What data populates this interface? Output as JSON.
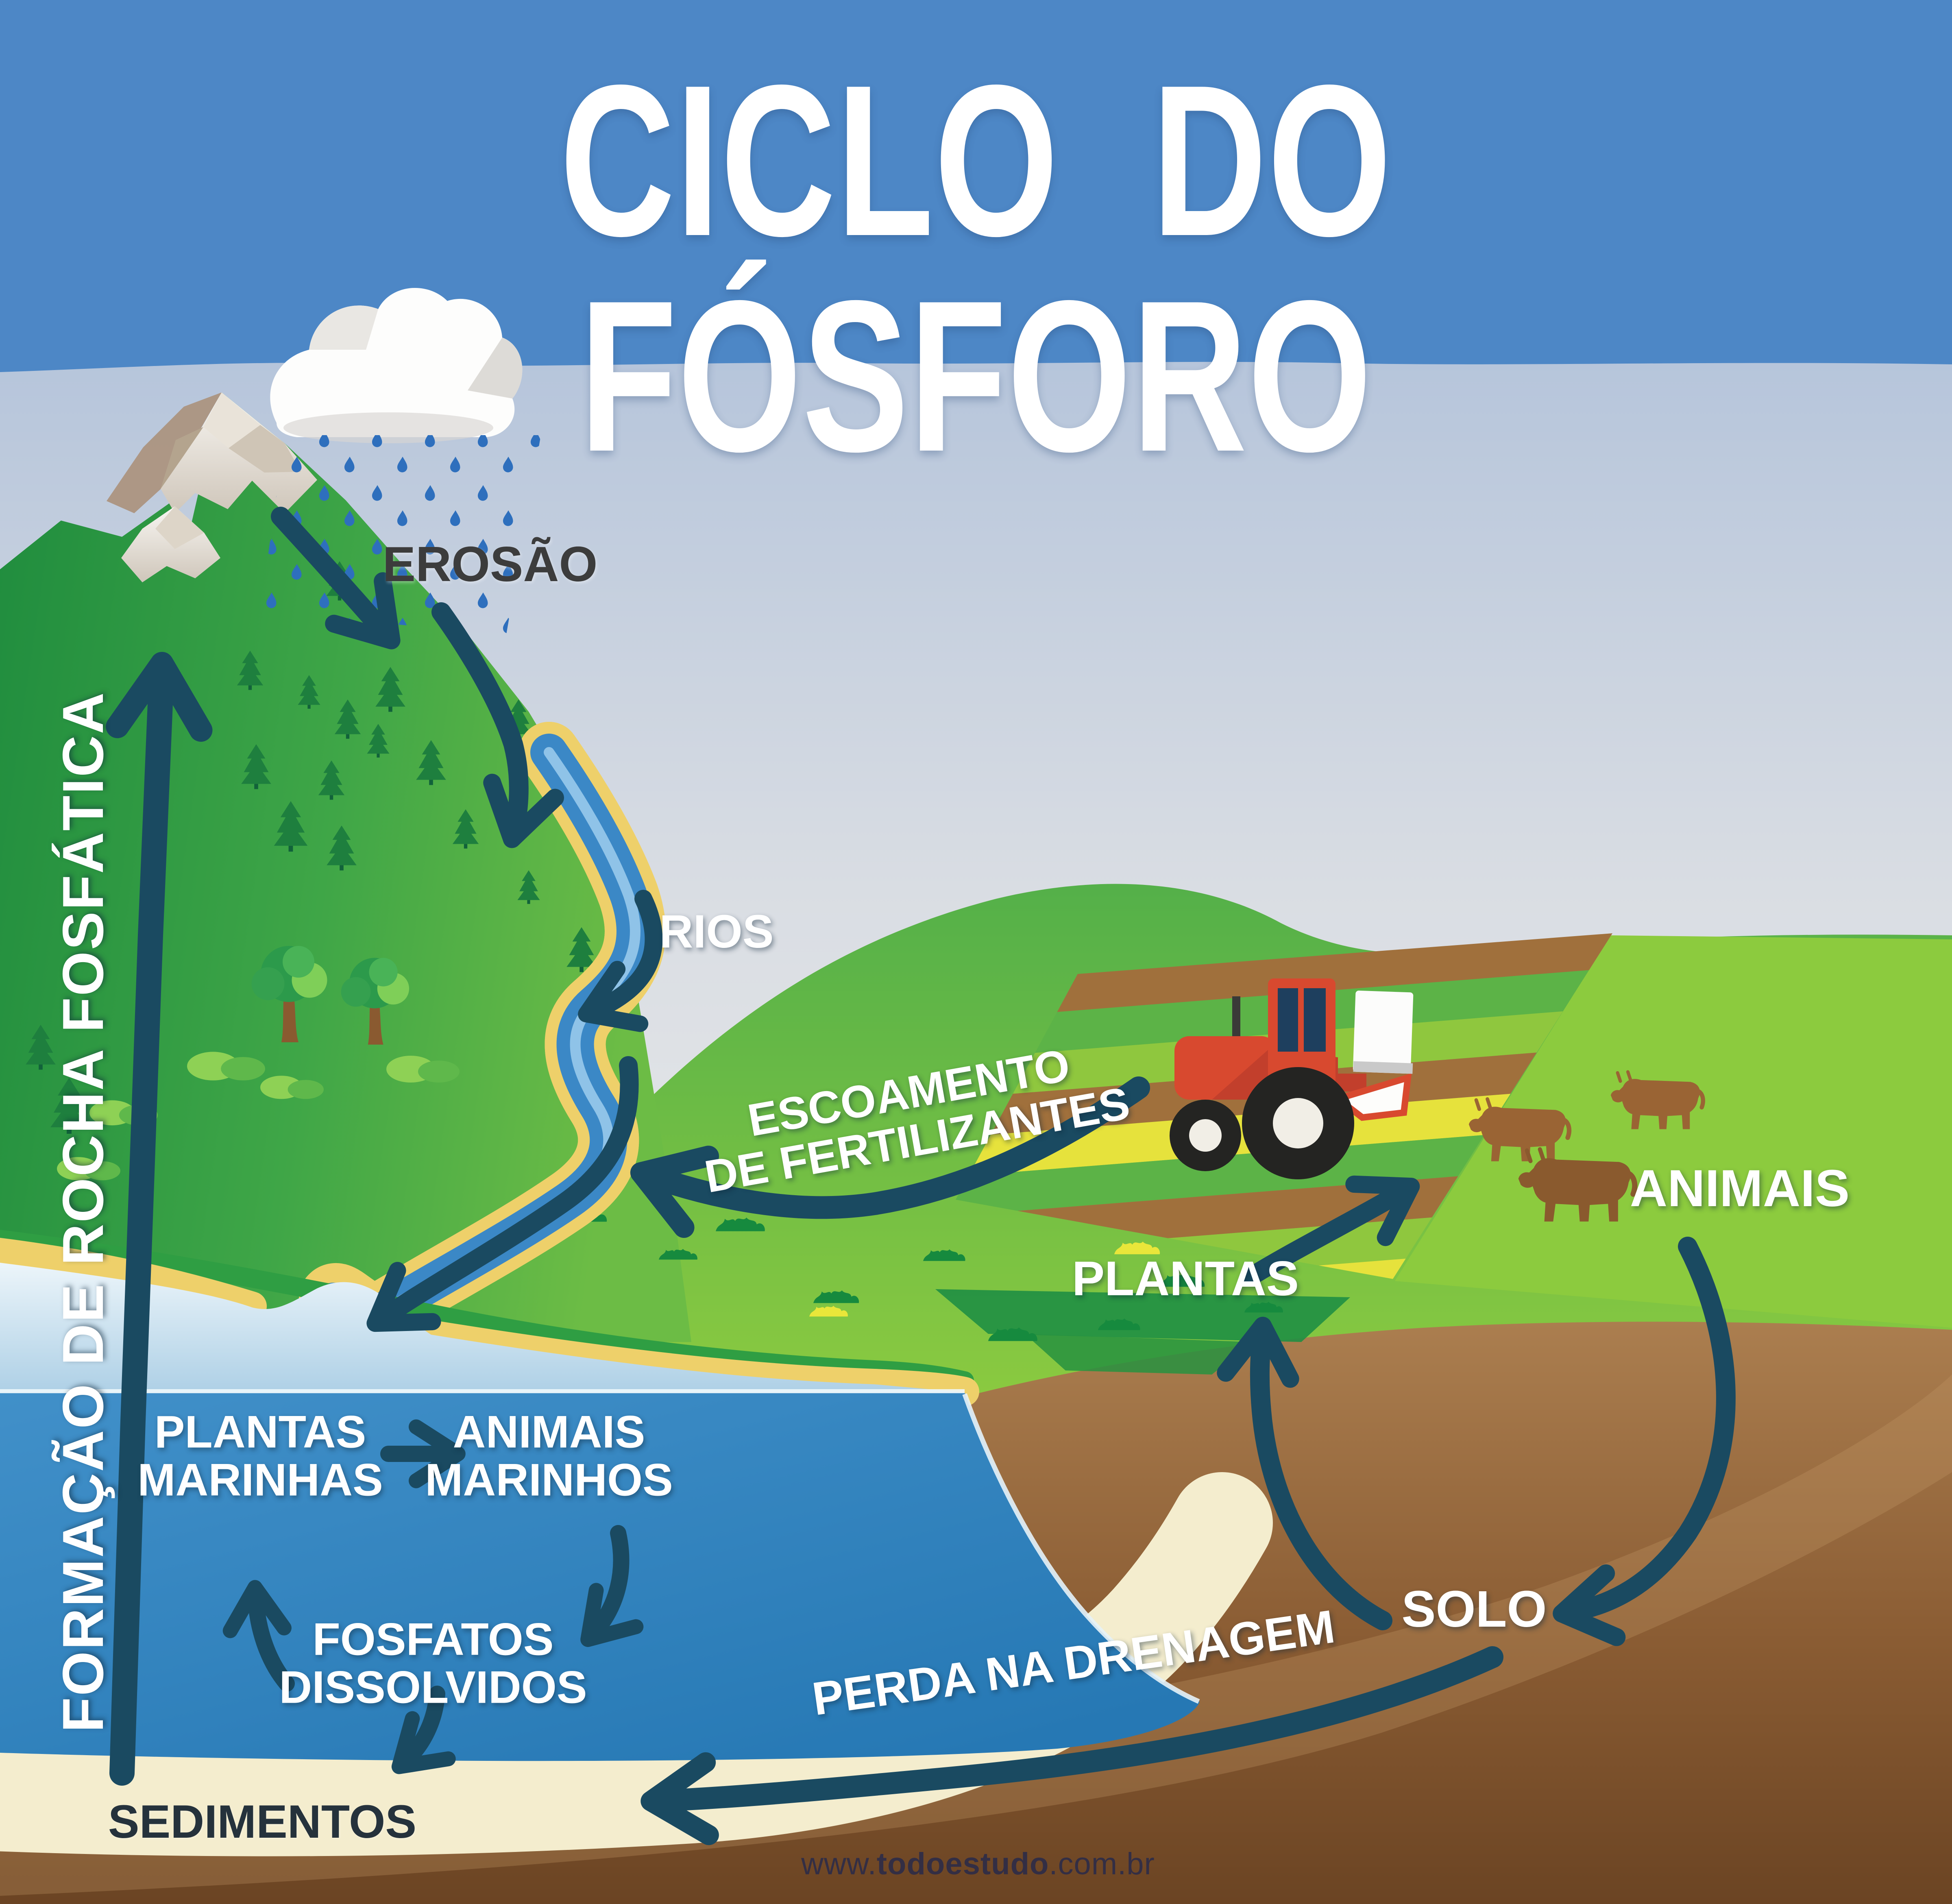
{
  "page": {
    "title": "CICLO DO FÓSFORO",
    "watermark": {
      "prefix": "www.",
      "brand": "todoestudo",
      "suffix": ".com.br"
    }
  },
  "labels": {
    "erosao": "EROSÃO",
    "rios": "RIOS",
    "escoamento": {
      "line1": "ESCOAMENTO",
      "line2": "DE FERTILIZANTES"
    },
    "plantas": "PLANTAS",
    "animais": "ANIMAIS",
    "solo": "SOLO",
    "perda_drenagem": "PERDA NA DRENAGEM",
    "plantas_marinhas": {
      "line1": "PLANTAS",
      "line2": "MARINHAS"
    },
    "animais_marinhos": {
      "line1": "ANIMAIS",
      "line2": "MARINHOS"
    },
    "fosfatos_dissolvidos": {
      "line1": "FOSFATOS",
      "line2": "DISSOLVIDOS"
    },
    "sedimentos": "SEDIMENTOS",
    "formacao_rocha": "FORMAÇÃO DE ROCHA FOSFÁTICA"
  },
  "icons": {
    "rain_cloud": "rain-cloud-icon",
    "raindrops": "raindrops-icon",
    "mountain": "mountain-icon",
    "river": "river-icon",
    "tractor": "tractor-icon",
    "cow": "cow-icon",
    "pine_tree": "pine-tree-icon",
    "deciduous_tree": "deciduous-tree-icon",
    "cycle_arrow": "cycle-arrow-icon"
  },
  "colors": {
    "sky_blue": "#4d87c6",
    "pale_sky": "#e5e7e9",
    "mountain_green": "#2f9c45",
    "hill_green": "#6cbc45",
    "pasture_green": "#8ccb3e",
    "sea_deep_blue": "#2e82c1",
    "sea_shallow": "#cfe4f1",
    "river_blue": "#3b88c6",
    "riverbank_yellow": "#eed06a",
    "sand_cream": "#f4edce",
    "soil_brown": "#8a5c33",
    "arrow_navy": "#1a4a61",
    "rain_blue": "#2e6fbd",
    "cow_brown": "#9a6434",
    "tractor_red": "#d8492f",
    "label_white": "#ffffff"
  }
}
